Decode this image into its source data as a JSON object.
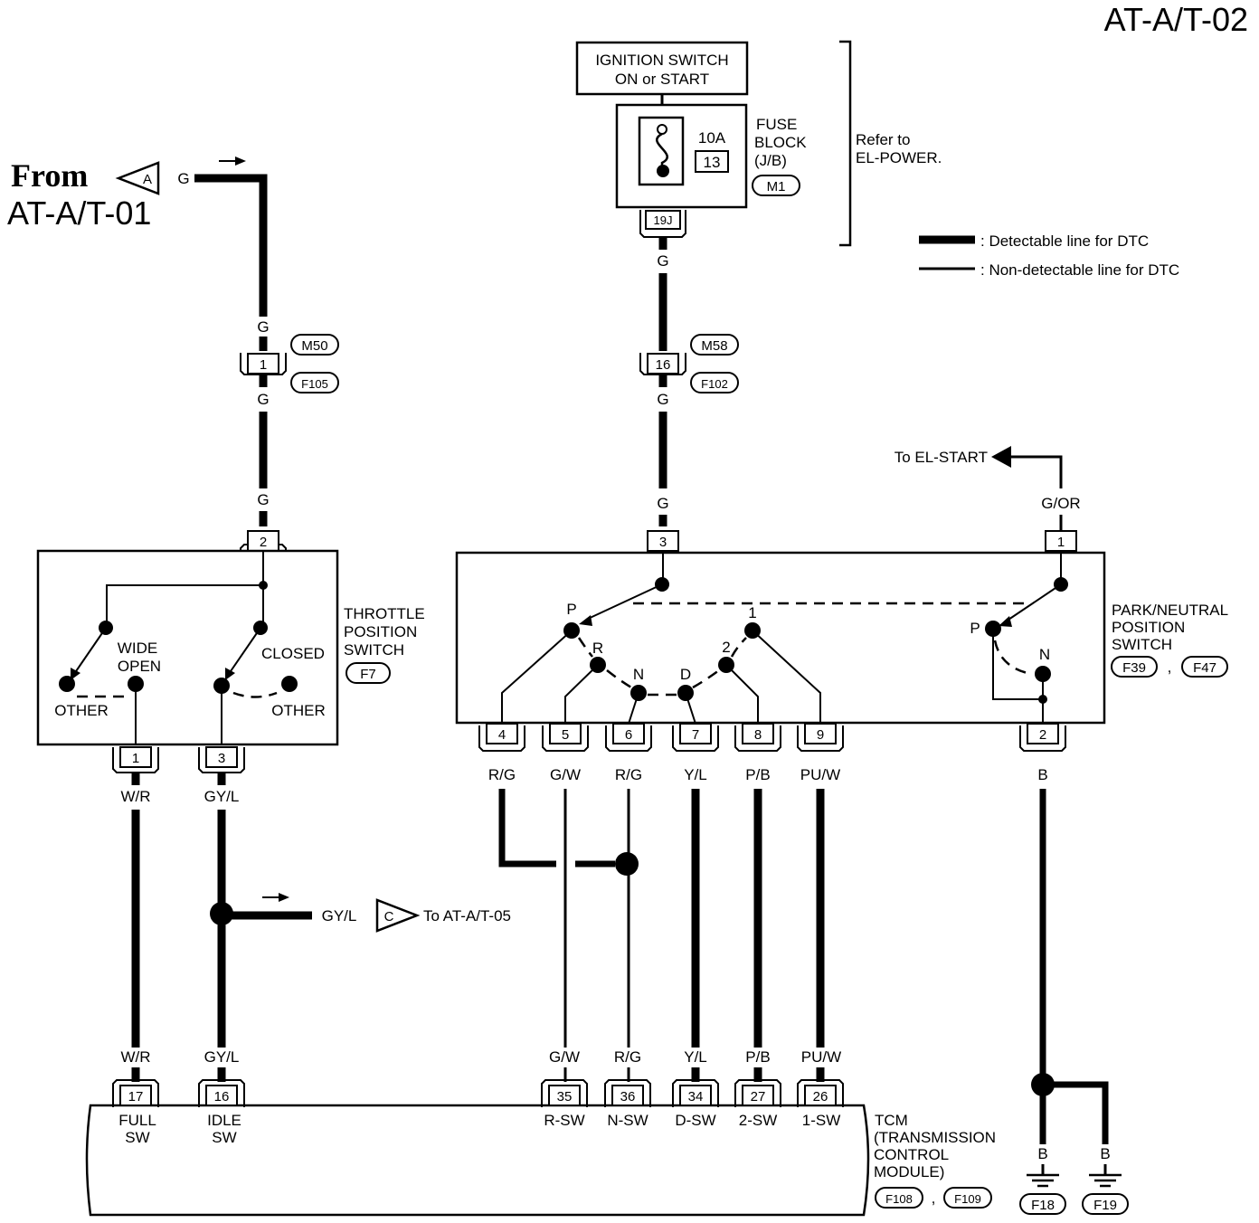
{
  "page_id": "AT-A/T-02",
  "from_ref": {
    "line1": "From",
    "line2": "AT-A/T-01",
    "connector": "A"
  },
  "ignition": {
    "line1": "IGNITION SWITCH",
    "line2": "ON or START"
  },
  "fuse": {
    "amp": "10A",
    "num": "13",
    "label1": "FUSE",
    "label2": "BLOCK",
    "label3": "(J/B)",
    "conn": "M1",
    "pin": "19J"
  },
  "refer": {
    "line1": "Refer to",
    "line2": "EL-POWER."
  },
  "legend": {
    "detectable": ": Detectable line for DTC",
    "non_detectable": ": Non-detectable line for DTC"
  },
  "wires": {
    "g": "G",
    "gor": "G/OR",
    "wr": "W/R",
    "gyl": "GY/L",
    "rg": "R/G",
    "gw": "G/W",
    "yl": "Y/L",
    "pb": "P/B",
    "puw": "PU/W",
    "b": "B"
  },
  "connectors": {
    "m50": "M50",
    "f105": "F105",
    "m58": "M58",
    "f102": "F102"
  },
  "pins": {
    "p1": "1",
    "p2": "2",
    "p3": "3",
    "p4": "4",
    "p5": "5",
    "p6": "6",
    "p7": "7",
    "p8": "8",
    "p9": "9",
    "p16": "16"
  },
  "throttle": {
    "line1": "THROTTLE",
    "line2": "POSITION",
    "line3": "SWITCH",
    "conn": "F7",
    "wide1": "WIDE",
    "wide2": "OPEN",
    "closed": "CLOSED",
    "other": "OTHER"
  },
  "pnp": {
    "line1": "PARK/NEUTRAL",
    "line2": "POSITION",
    "line3": "SWITCH",
    "conn1": "F39",
    "conn2": "F47",
    "sep": ",",
    "pos_p": "P",
    "pos_r": "R",
    "pos_n": "N",
    "pos_d": "D",
    "pos_2": "2",
    "pos_1": "1"
  },
  "to_el_start": "To EL-START",
  "to_at05": {
    "text": "To AT-A/T-05",
    "connector": "C"
  },
  "tcm": {
    "line1": "TCM",
    "line2": "(TRANSMISSION",
    "line3": "CONTROL",
    "line4": "MODULE)",
    "conn1": "F108",
    "conn2": "F109",
    "sep": ",",
    "pins": [
      "17",
      "16",
      "35",
      "36",
      "34",
      "27",
      "26"
    ],
    "full1": "FULL",
    "full2": "SW",
    "idle1": "IDLE",
    "idle2": "SW",
    "rsw": "R-SW",
    "nsw": "N-SW",
    "dsw": "D-SW",
    "sw2": "2-SW",
    "sw1": "1-SW"
  },
  "grounds": [
    "F18",
    "F19"
  ]
}
